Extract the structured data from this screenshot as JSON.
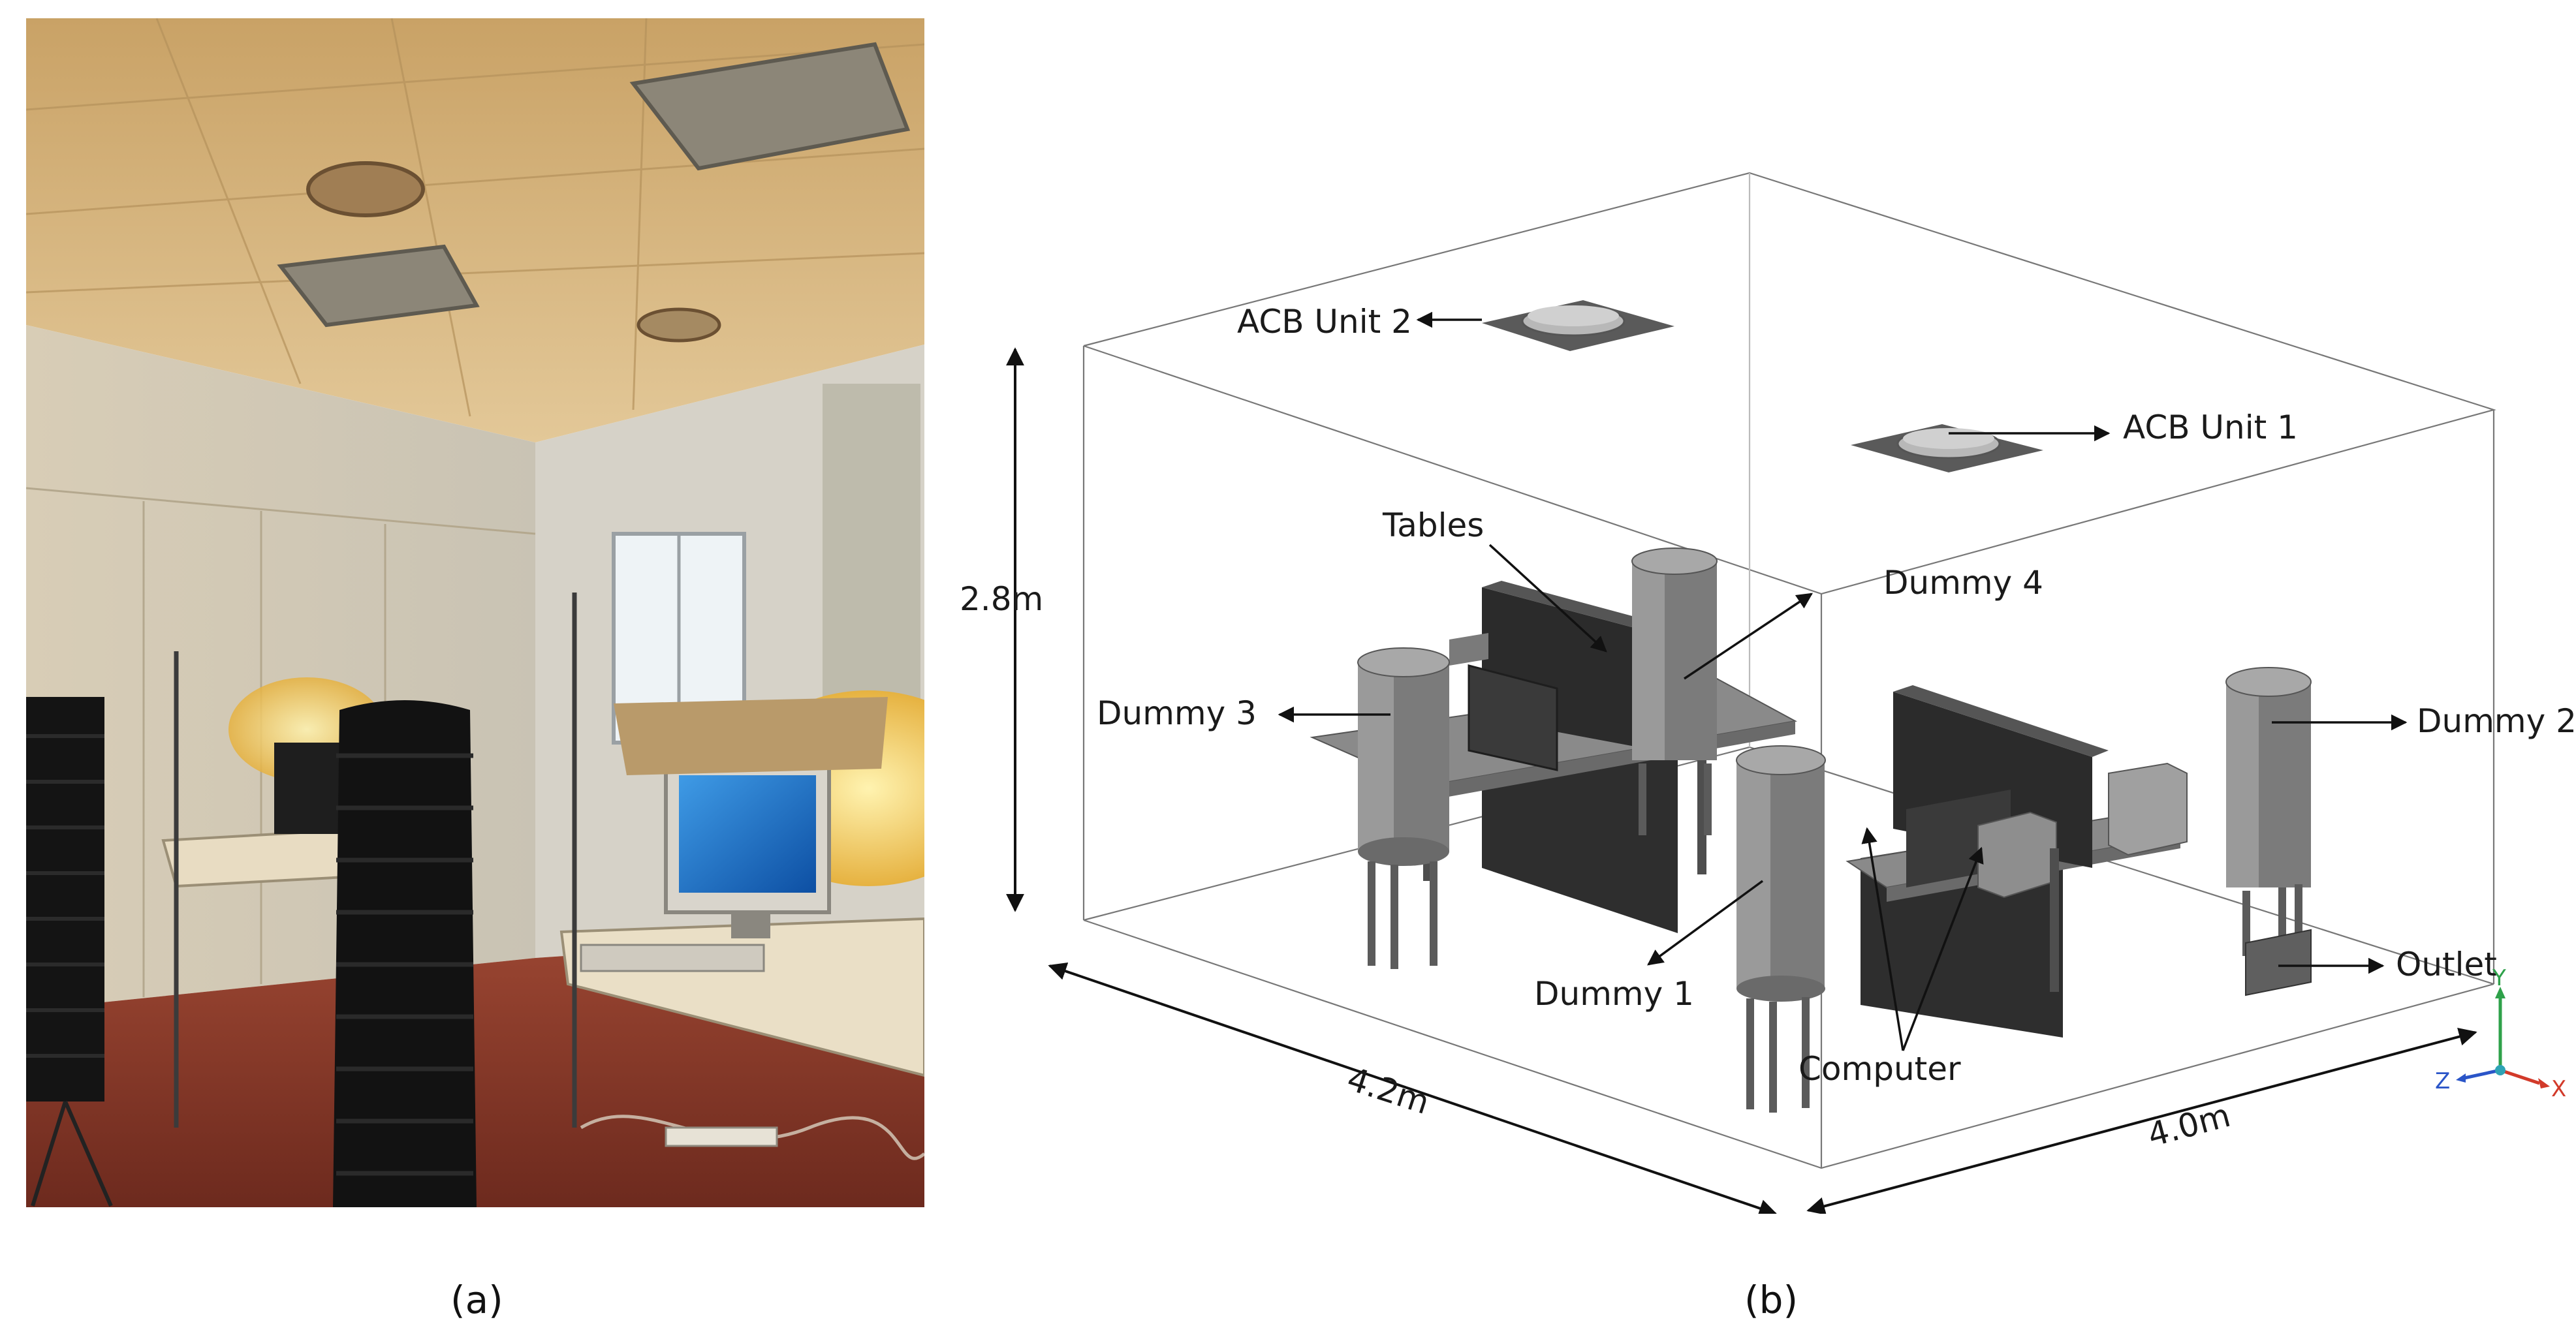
{
  "captions": {
    "a": "(a)",
    "b": "(b)"
  },
  "labels": {
    "acb_unit_2": "ACB Unit 2",
    "acb_unit_1": "ACB Unit 1",
    "tables": "Tables",
    "dummy_4": "Dummy 4",
    "dummy_3": "Dummy 3",
    "dummy_2": "Dummy 2",
    "dummy_1": "Dummy 1",
    "outlet": "Outlet",
    "computer": "Computer"
  },
  "dimensions": {
    "height": "2.8m",
    "length": "4.2m",
    "width": "4.0m"
  },
  "axes": {
    "x": "X",
    "y": "Y",
    "z": "Z"
  },
  "colors": {
    "photo_ceiling": "#d9b676",
    "photo_wall": "#cfc5b0",
    "photo_floor": "#8a3a2a",
    "manikin": "#141414",
    "model_solid": "#8f8f8f",
    "model_dark": "#2e2e2e",
    "axis_x": "#d23a2a",
    "axis_y": "#2ea14a",
    "axis_z": "#2a55c8"
  }
}
